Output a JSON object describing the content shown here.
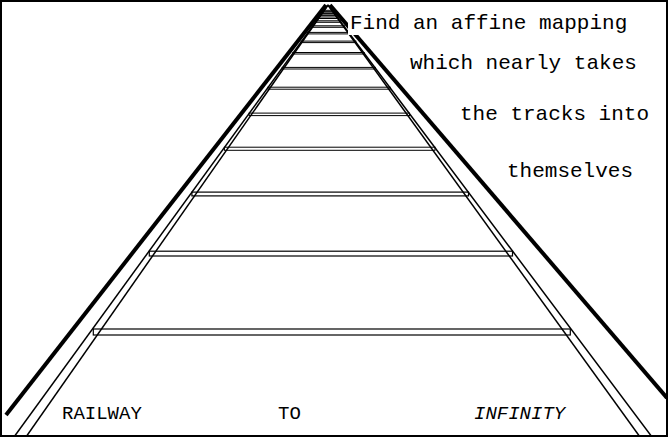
{
  "diagram": {
    "labels": [
      "Find an affine mapping",
      "which nearly takes",
      "the tracks into",
      "themselves",
      "RAILWAY",
      "TO",
      "INFINITY"
    ]
  }
}
